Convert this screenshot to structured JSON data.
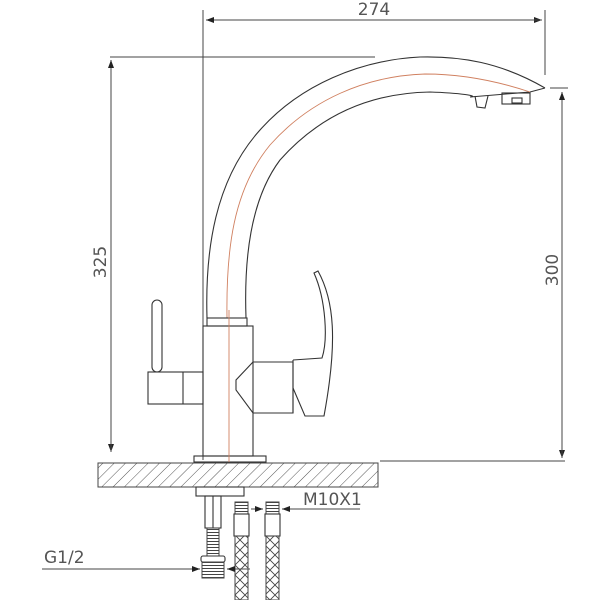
{
  "diagram": {
    "type": "technical-drawing",
    "subject": "kitchen faucet with filter outlet, side elevation",
    "dimensions": {
      "spout_reach": "274",
      "total_height": "325",
      "spout_outlet_height": "300",
      "hose_thread": "M10X1",
      "inlet_thread": "G1/2"
    },
    "colors": {
      "outline": "#333333",
      "dimension": "#444444",
      "center_axis": "#d08060",
      "hatch": "#555555",
      "background": "#ffffff"
    }
  }
}
